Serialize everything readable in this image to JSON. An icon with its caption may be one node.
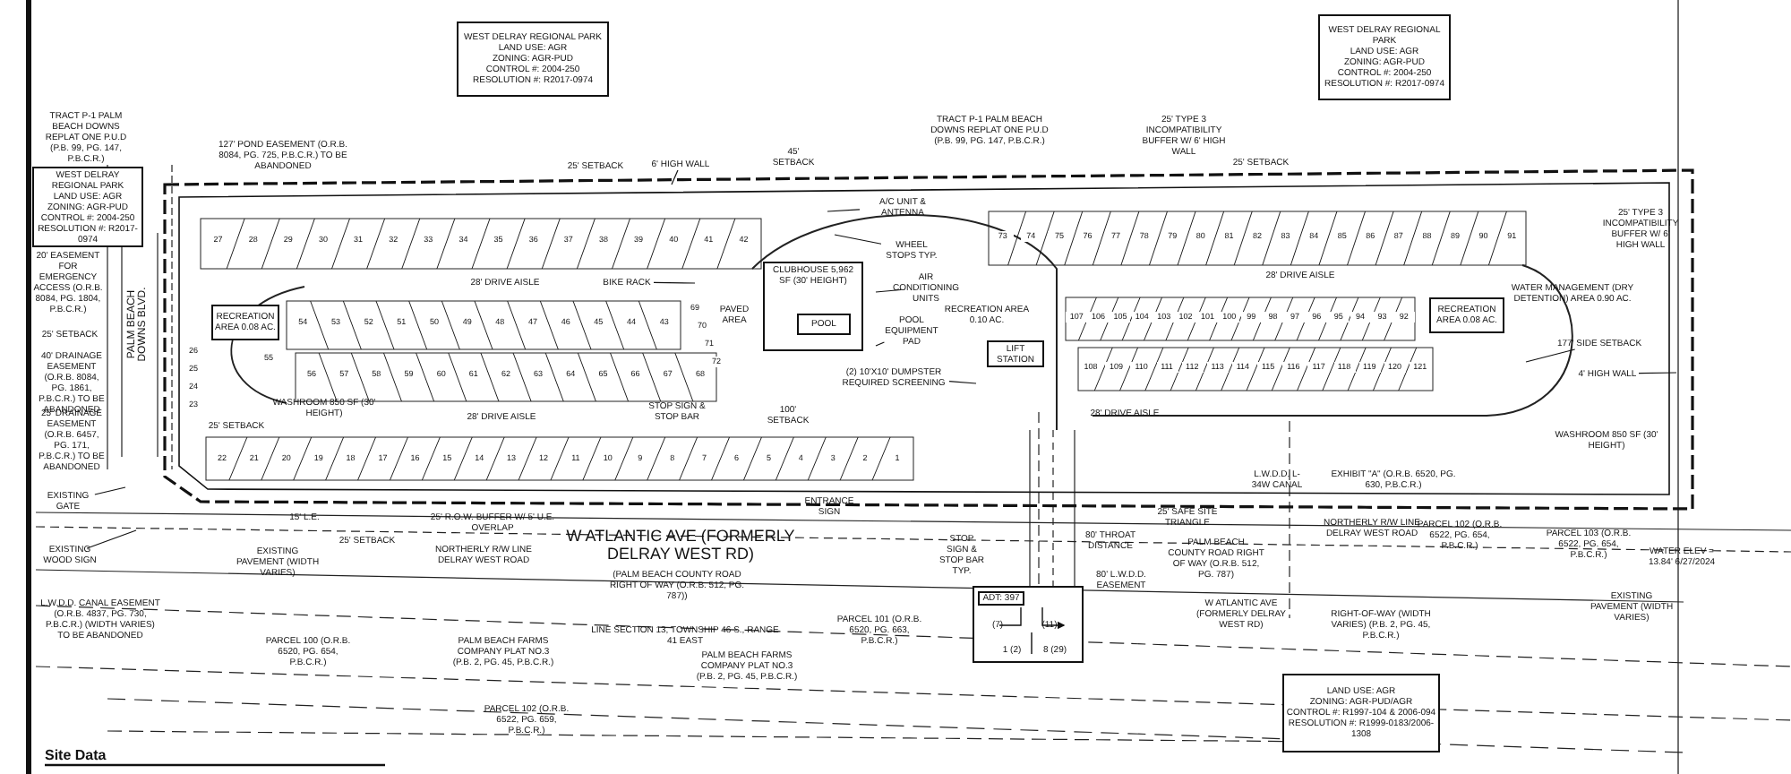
{
  "diagram": {
    "nodes": [
      {
        "text": [
          "WEST DELRAY REGIONAL PARK",
          "LAND USE: AGR",
          "ZONING: AGR-PUD",
          "CONTROL #: 2004-250",
          "RESOLUTION #: R2017-0974"
        ]
      },
      {
        "text": [
          "WEST DELRAY REGIONAL PARK",
          "LAND USE: AGR",
          "ZONING: AGR-PUD",
          "CONTROL #: 2004-250",
          "RESOLUTION #: R2017-0974"
        ]
      },
      {
        "text": [
          "WEST DELRAY REGIONAL PARK",
          "LAND USE: AGR",
          "ZONING: AGR-PUD",
          "CONTROL #: 2004-250",
          "RESOLUTION #: R2017-0974"
        ]
      },
      {
        "text": [
          "LAND USE: AGR",
          "ZONING: AGR-PUD/AGR",
          "CONTROL #: R1997-104 & 2006-094",
          "RESOLUTION #: R1999-0183/2006-1308"
        ]
      },
      {
        "text": [
          "ADT: 397",
          "(7)",
          "(11)",
          "1 (2)",
          "8 (29)"
        ]
      },
      {
        "text": [
          "CLUBHOUSE 5,962 SF (30' HEIGHT)"
        ]
      },
      {
        "text": [
          "POOL"
        ],
        "in": 5
      },
      {
        "text": [
          "RECREATION AREA 0.08 AC."
        ]
      },
      {
        "text": [
          "RECREATION AREA 0.10 AC."
        ]
      },
      {
        "text": [
          "RECREATION AREA 0.08 AC."
        ]
      },
      {
        "text": [
          "WATER MANAGEMENT (DRY DETENTION) AREA 0.90 AC."
        ]
      },
      {
        "text": [
          "WASHROOM 850 SF (30' HEIGHT)"
        ]
      },
      {
        "text": [
          "WASHROOM 850 SF (30' HEIGHT)"
        ]
      },
      {
        "text": [
          "LIFT STATION"
        ]
      },
      {
        "text": [
          "6' HIGH WALL"
        ]
      },
      {
        "text": [
          "A/C UNIT & ANTENNA"
        ]
      },
      {
        "text": [
          "WHEEL STOPS TYP."
        ]
      },
      {
        "text": [
          "AIR CONDITIONING UNITS"
        ]
      },
      {
        "text": [
          "POOL EQUIPMENT PAD"
        ]
      },
      {
        "text": [
          "(2) 10'X10' DUMPSTER REQUIRED SCREENING"
        ]
      },
      {
        "text": [
          "BIKE RACK"
        ]
      },
      {
        "text": [
          "177' SIDE SETBACK"
        ]
      },
      {
        "text": [
          "4' HIGH WALL"
        ]
      },
      {
        "text": [
          "EXISTING GATE"
        ]
      },
      {
        "text": [
          "EXISTING WOOD SIGN"
        ]
      }
    ],
    "edges": [
      {
        "from": 14,
        "to": null,
        "arrow": "none"
      },
      {
        "from": 15,
        "to": null,
        "arrow": "none"
      },
      {
        "from": 16,
        "to": null,
        "arrow": "none"
      },
      {
        "from": 17,
        "to": null,
        "arrow": "none"
      },
      {
        "from": 18,
        "to": null,
        "arrow": "none"
      },
      {
        "from": 19,
        "to": null,
        "arrow": "none"
      },
      {
        "from": 20,
        "to": null,
        "arrow": "none"
      },
      {
        "from": 21,
        "to": null,
        "arrow": "none"
      },
      {
        "from": 22,
        "to": null,
        "arrow": "none"
      },
      {
        "from": 23,
        "to": null,
        "arrow": "none"
      },
      {
        "from": 24,
        "to": null,
        "arrow": "none"
      }
    ],
    "labels": [
      "TRACT P-1 PALM BEACH DOWNS REPLAT ONE P.U.D (P.B. 99, PG. 147, P.B.C.R.)",
      "127' POND EASEMENT (O.R.B. 8084, PG. 725, P.B.C.R.) TO BE ABANDONED",
      "25' SETBACK",
      "45' SETBACK",
      "TRACT P-1 PALM BEACH DOWNS REPLAT ONE P.U.D (P.B. 99, PG. 147, P.B.C.R.)",
      "25' TYPE 3 INCOMPATIBILITY BUFFER W/ 6' HIGH WALL",
      "25' SETBACK",
      "25' TYPE 3 INCOMPATIBILITY BUFFER W/ 6' HIGH WALL",
      "20' EASEMENT FOR EMERGENCY ACCESS (O.R.B. 8084, PG. 1804, P.B.C.R.)",
      "PALM BEACH DOWNS BLVD.",
      "40' DRAINAGE EASEMENT (O.R.B. 8084, PG. 1861, P.B.C.R.) TO BE ABANDONED",
      "25' DRAINAGE EASEMENT (O.R.B. 6457, PG. 171, P.B.C.R.) TO BE ABANDONED",
      "28' DRIVE AISLE",
      "28' DRIVE AISLE",
      "28' DRIVE AISLE",
      "28' DRIVE AISLE",
      "25' SETBACK",
      "25' SETBACK",
      "15' L.E.",
      "25' SETBACK",
      "25' R.O.W. BUFFER W/ 5' U.E. OVERLAP",
      "NORTHERLY R/W LINE DELRAY WEST ROAD",
      "W ATLANTIC AVE (FORMERLY DELRAY WEST RD)",
      "(PALM BEACH COUNTY ROAD RIGHT OF WAY (O.R.B. 512, PG. 787))",
      "EXISTING PAVEMENT (WIDTH VARIES)",
      "L.W.D.D. CANAL EASEMENT (O.R.B. 4837, PG. 730, P.B.C.R.) (WIDTH VARIES) TO BE ABANDONED",
      "PARCEL 100 (O.R.B. 6520, PG. 654, P.B.C.R.)",
      "PALM BEACH FARMS COMPANY PLAT NO.3 (P.B. 2, PG. 45, P.B.C.R.)",
      "PARCEL 102 (O.R.B. 6522, PG. 659, P.B.C.R.)",
      "LINE SECTION 13, TOWNSHIP 46 S., RANGE 41 EAST",
      "PARCEL 101 (O.R.B. 6520, PG. 663, P.B.C.R.)",
      "PALM BEACH FARMS COMPANY PLAT NO.3 (P.B. 2, PG. 45, P.B.C.R.)",
      "STOP SIGN & STOP BAR",
      "100' SETBACK",
      "ENTRANCE SIGN",
      "STOP SIGN & STOP BAR TYP.",
      "80' L.W.D.D. EASEMENT",
      "80' THROAT DISTANCE",
      "25' SAFE SITE TRIANGLE",
      "L.W.D.D. L-34W CANAL",
      "EXHIBIT \"A\" (O.R.B. 6520, PG. 630, P.B.C.R.)",
      "NORTHERLY R/W LINE DELRAY WEST ROAD",
      "PARCEL 102 (O.R.B. 6522, PG. 654, P.B.C.R.)",
      "PARCEL 103 (O.R.B. 6522, PG. 654, P.B.C.R.)",
      "WATER ELEV = 13.84' 6/27/2024",
      "PALM BEACH COUNTY ROAD RIGHT OF WAY (O.R.B. 512, PG. 787)",
      "W ATLANTIC AVE (FORMERLY DELRAY WEST RD)",
      "RIGHT-OF-WAY (WIDTH VARIES) (P.B. 2, PG. 45, P.B.C.R.)",
      "EXISTING PAVEMENT (WIDTH VARIES)",
      "PAVED AREA",
      "Site Data",
      "27",
      "28",
      "29",
      "30",
      "31",
      "32",
      "33",
      "34",
      "35",
      "36",
      "37",
      "38",
      "39",
      "40",
      "41",
      "42",
      "54",
      "53",
      "52",
      "51",
      "50",
      "49",
      "48",
      "47",
      "46",
      "45",
      "44",
      "43",
      "56",
      "57",
      "58",
      "59",
      "60",
      "61",
      "62",
      "63",
      "64",
      "65",
      "66",
      "67",
      "68",
      "22",
      "21",
      "20",
      "19",
      "18",
      "17",
      "16",
      "15",
      "14",
      "13",
      "12",
      "11",
      "10",
      "9",
      "8",
      "7",
      "6",
      "5",
      "4",
      "3",
      "2",
      "1",
      "26",
      "25",
      "24",
      "23",
      "55",
      "69",
      "70",
      "71",
      "72",
      "73",
      "74",
      "75",
      "76",
      "77",
      "78",
      "79",
      "80",
      "81",
      "82",
      "83",
      "84",
      "85",
      "86",
      "87",
      "88",
      "89",
      "90",
      "91",
      "107",
      "106",
      "105",
      "104",
      "103",
      "102",
      "101",
      "100",
      "99",
      "98",
      "97",
      "96",
      "95",
      "94",
      "93",
      "92",
      "108",
      "109",
      "110",
      "111",
      "112",
      "113",
      "114",
      "115",
      "116",
      "117",
      "118",
      "119",
      "120",
      "121"
    ]
  }
}
